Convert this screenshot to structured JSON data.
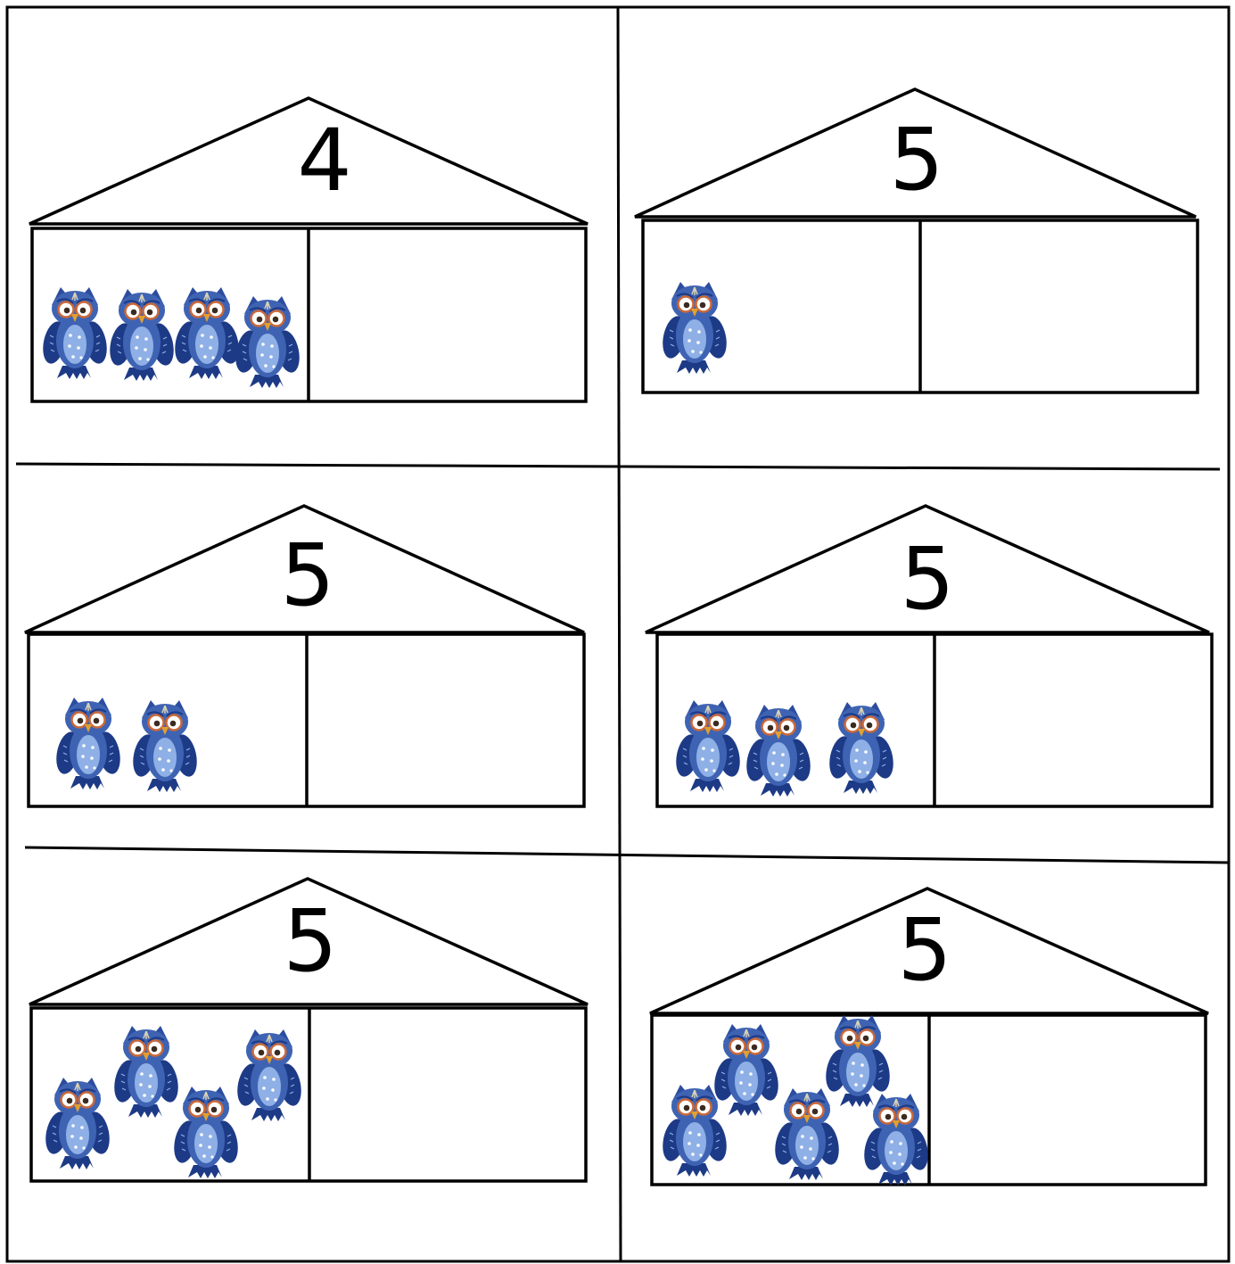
{
  "worksheet": {
    "cards": [
      {
        "total": "4",
        "owls_in_left_room": 4
      },
      {
        "total": "5",
        "owls_in_left_room": 1
      },
      {
        "total": "5",
        "owls_in_left_room": 2
      },
      {
        "total": "5",
        "owls_in_left_room": 3
      },
      {
        "total": "5",
        "owls_in_left_room": 4
      },
      {
        "total": "5",
        "owls_in_left_room": 5
      }
    ],
    "colors": {
      "line": "#000000",
      "owl_body": "#3f63b3",
      "owl_dark": "#1d3a86",
      "owl_belly": "#8fb0e6",
      "owl_eye_ring": "#c9693a"
    }
  }
}
